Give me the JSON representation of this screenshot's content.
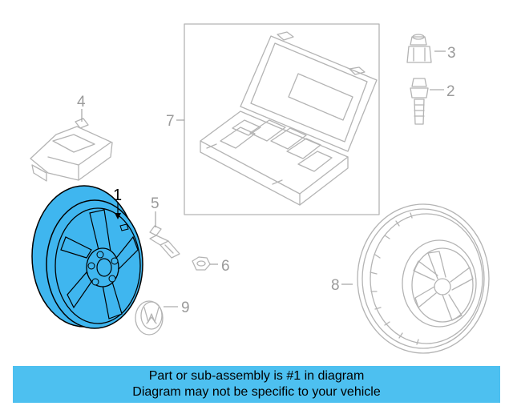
{
  "diagram": {
    "callouts": [
      {
        "id": "1",
        "text": "1"
      },
      {
        "id": "2",
        "text": "2"
      },
      {
        "id": "3",
        "text": "3"
      },
      {
        "id": "4",
        "text": "4"
      },
      {
        "id": "5",
        "text": "5"
      },
      {
        "id": "6",
        "text": "6"
      },
      {
        "id": "7",
        "text": "7"
      },
      {
        "id": "8",
        "text": "8"
      },
      {
        "id": "9",
        "text": "9"
      }
    ],
    "highlight_color": "#3fb6ef",
    "outline_color": "#b4b4b4"
  },
  "banner": {
    "line1": "Part or sub-assembly is #1 in diagram",
    "line2": "Diagram may not be specific to your vehicle",
    "background": "#4dc0f0"
  }
}
